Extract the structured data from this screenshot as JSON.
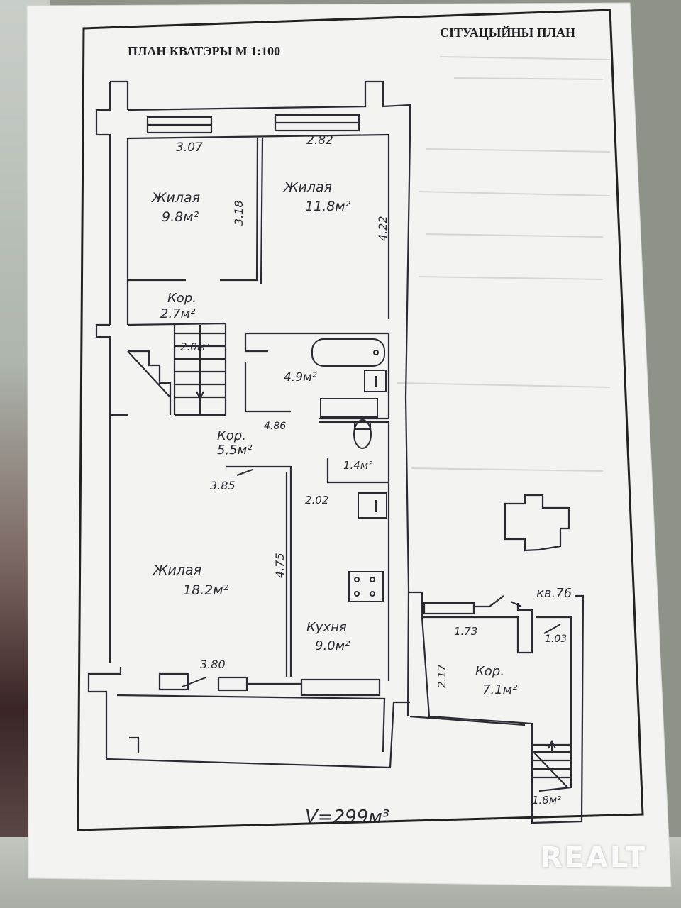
{
  "header": {
    "plan_title": "ПЛАН КВАТЭРЫ М 1:100",
    "site_plan_title": "СІТУАЦЫЙНЫ ПЛАН"
  },
  "rooms": {
    "bedroom_1": {
      "name": "Жилая",
      "area": "9.8м²",
      "width": "3.07",
      "height": "3.18"
    },
    "bedroom_2": {
      "name": "Жилая",
      "area": "11.8м²",
      "width": "2.82",
      "height": "4.22"
    },
    "corridor_upper": {
      "name": "Кор.",
      "area": "2.7м²"
    },
    "closet": {
      "area": "2.0м²"
    },
    "bathroom": {
      "area": "4.9м²",
      "width": "4.86"
    },
    "corridor_mid": {
      "name": "Кор.",
      "area": "5,5м²"
    },
    "toilet": {
      "area": "1.4м²",
      "width": "2.02"
    },
    "living": {
      "name": "Жилая",
      "area": "18.2м²",
      "width": "3.85",
      "height": "4.75",
      "bottom_width": "3.80"
    },
    "kitchen": {
      "name": "Кухня",
      "area": "9.0м²"
    },
    "hall": {
      "name": "Кор.",
      "area": "7.1м²",
      "width": "1.73",
      "height": "2.17",
      "aux": "1.03"
    },
    "stair": {
      "area": "1.8м²"
    }
  },
  "apartment_label": "кв.76",
  "volume": "V=299м³",
  "watermark": "REALT"
}
